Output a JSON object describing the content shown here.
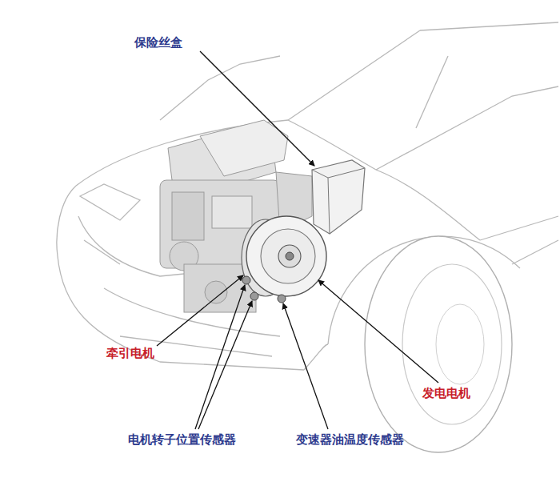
{
  "diagram": {
    "labels": [
      "保险丝盒",
      "牵引电机",
      "发电电机",
      "电机转子位置传感器",
      "变速器油温度传感器"
    ]
  }
}
